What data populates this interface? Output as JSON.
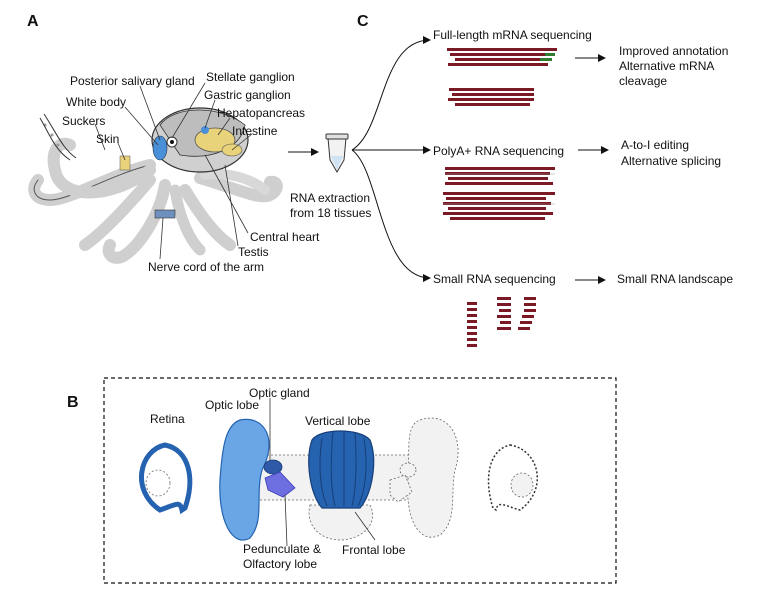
{
  "panels": {
    "a": "A",
    "b": "B",
    "c": "C"
  },
  "panel_a": {
    "labels": {
      "posterior_salivary_gland": "Posterior salivary gland",
      "stellate_ganglion": "Stellate ganglion",
      "gastric_ganglion": "Gastric ganglion",
      "white_body": "White body",
      "hepatopancreas": "Hepatopancreas",
      "suckers": "Suckers",
      "intestine": "Intestine",
      "skin": "Skin",
      "central_heart": "Central heart",
      "testis": "Testis",
      "nerve_cord": "Nerve cord of the arm"
    },
    "rna_extraction_line1": "RNA extraction",
    "rna_extraction_line2": "from 18 tissues"
  },
  "panel_c": {
    "full_length": "Full-length mRNA sequencing",
    "polya": "PolyA+ RNA sequencing",
    "small_rna": "Small RNA sequencing",
    "out1_line1": "Improved annotation",
    "out1_line2": "Alternative mRNA",
    "out1_line3": "cleavage",
    "out2_line1": "A-to-I editing",
    "out2_line2": "Alternative splicing",
    "out3": "Small RNA landscape"
  },
  "panel_b": {
    "optic_gland": "Optic gland",
    "retina": "Retina",
    "optic_lobe": "Optic lobe",
    "vertical_lobe": "Vertical lobe",
    "peduncle_line1": "Pedunculate &",
    "peduncle_line2": "Olfactory lobe",
    "frontal_lobe": "Frontal lobe"
  },
  "colors": {
    "read": "#7a1a24",
    "read_alt": "#2e7d32",
    "brain_light": "#6aa6e6",
    "brain_dark": "#2563b0",
    "brain_purple": "#6d6fe0",
    "octopus_gray": "#d4d4d4"
  }
}
